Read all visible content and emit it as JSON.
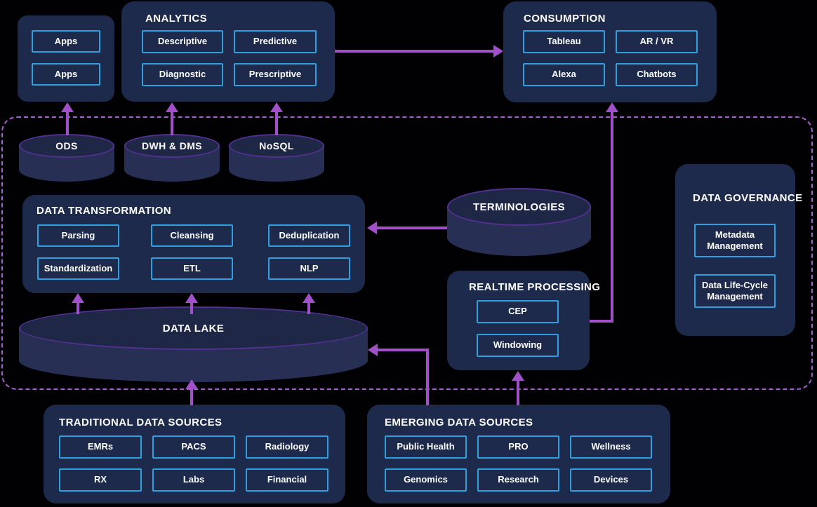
{
  "diagram": {
    "apps_panel": {
      "items": [
        "Apps",
        "Apps"
      ]
    },
    "analytics": {
      "title": "ANALYTICS",
      "items": [
        "Descriptive",
        "Predictive",
        "Diagnostic",
        "Prescriptive"
      ]
    },
    "consumption": {
      "title": "CONSUMPTION",
      "items": [
        "Tableau",
        "AR / VR",
        "Alexa",
        "Chatbots"
      ]
    },
    "cylinders": {
      "ods": "ODS",
      "dwh": "DWH & DMS",
      "nosql": "NoSQL",
      "terminologies": "TERMINOLOGIES",
      "data_lake": "DATA LAKE"
    },
    "data_transformation": {
      "title": "DATA TRANSFORMATION",
      "items": [
        "Parsing",
        "Cleansing",
        "Deduplication",
        "Standardization",
        "ETL",
        "NLP"
      ]
    },
    "realtime_processing": {
      "title": "REALTIME PROCESSING",
      "items": [
        "CEP",
        "Windowing"
      ]
    },
    "data_governance": {
      "title": "DATA GOVERNANCE",
      "items": [
        "Metadata Management",
        "Data Life-Cycle Management"
      ]
    },
    "traditional_sources": {
      "title": "TRADITIONAL DATA SOURCES",
      "items": [
        "EMRs",
        "PACS",
        "Radiology",
        "RX",
        "Labs",
        "Financial"
      ]
    },
    "emerging_sources": {
      "title": "EMERGING DATA SOURCES",
      "items": [
        "Public Health",
        "PRO",
        "Wellness",
        "Genomics",
        "Research",
        "Devices"
      ]
    },
    "connections": [
      {
        "from": "ods",
        "to": "apps_panel"
      },
      {
        "from": "dwh",
        "to": "analytics"
      },
      {
        "from": "nosql",
        "to": "analytics"
      },
      {
        "from": "analytics",
        "to": "consumption"
      },
      {
        "from": "terminologies",
        "to": "data_transformation"
      },
      {
        "from": "realtime_processing",
        "to": "consumption"
      },
      {
        "from": "data_lake",
        "to": "data_transformation"
      },
      {
        "from": "traditional_sources",
        "to": "data_lake"
      },
      {
        "from": "emerging_sources",
        "to": "data_lake"
      },
      {
        "from": "emerging_sources",
        "to": "realtime_processing"
      }
    ],
    "colors": {
      "background": "#010103",
      "panel_fill": "#1e2a4c",
      "chip_border": "#2f9fe0",
      "arrow": "#a24fca",
      "dashed_border": "#a85fd0",
      "cylinder_fill": "#272f55",
      "cylinder_top_fill": "#1f2747",
      "cylinder_stroke": "#533092",
      "text": "#ffffff"
    }
  }
}
